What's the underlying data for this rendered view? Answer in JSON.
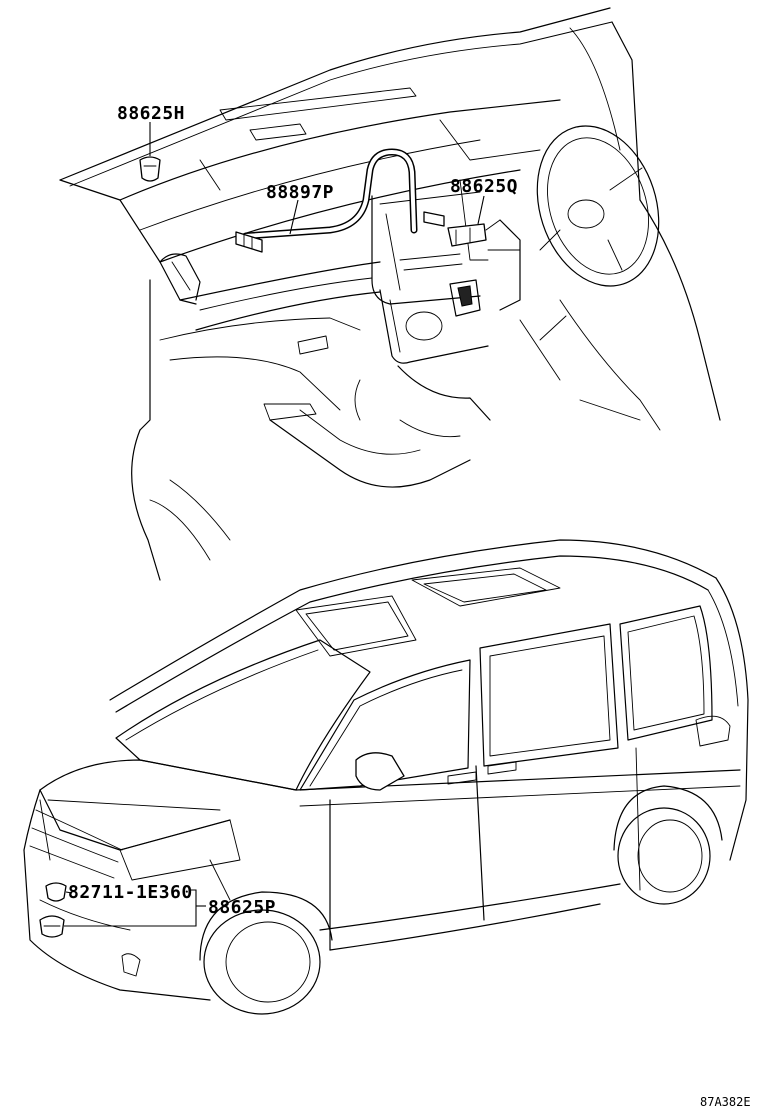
{
  "labels": {
    "p1": "88625H",
    "p2": "88897P",
    "p3": "88625Q",
    "p4": "82711-1E360",
    "p5": "88625P"
  },
  "figure_code": "87A382E"
}
